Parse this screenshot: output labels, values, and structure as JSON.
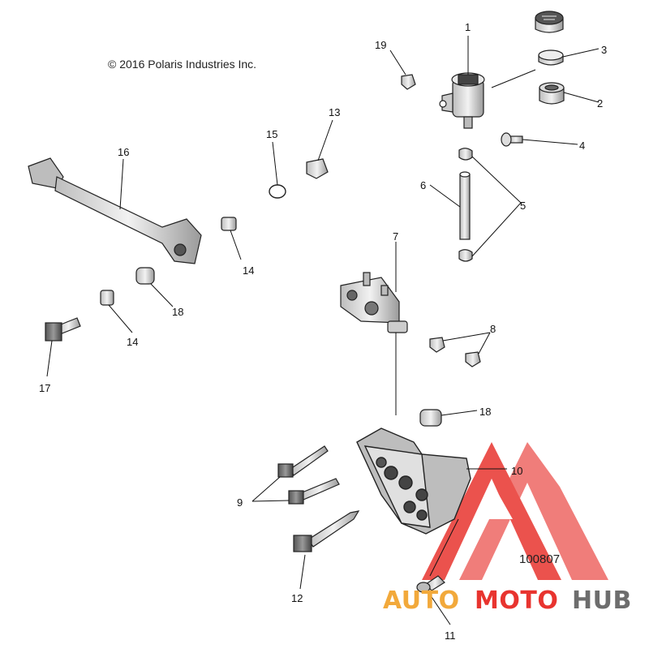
{
  "copyright": "© 2016 Polaris Industries Inc.",
  "figure_number": "100807",
  "callouts": [
    "1",
    "2",
    "3",
    "4",
    "5",
    "6",
    "7",
    "8",
    "9",
    "10",
    "11",
    "12",
    "13",
    "14",
    "14",
    "15",
    "16",
    "17",
    "18",
    "18",
    "19"
  ],
  "watermark": {
    "part1": "AUTO",
    "part2": "MOTO",
    "part3": "HUB"
  },
  "colors": {
    "line": "#222222",
    "watermark_red": "#e8342f",
    "watermark_orange": "#f2a93b",
    "watermark_gray": "#6d6d6d"
  }
}
